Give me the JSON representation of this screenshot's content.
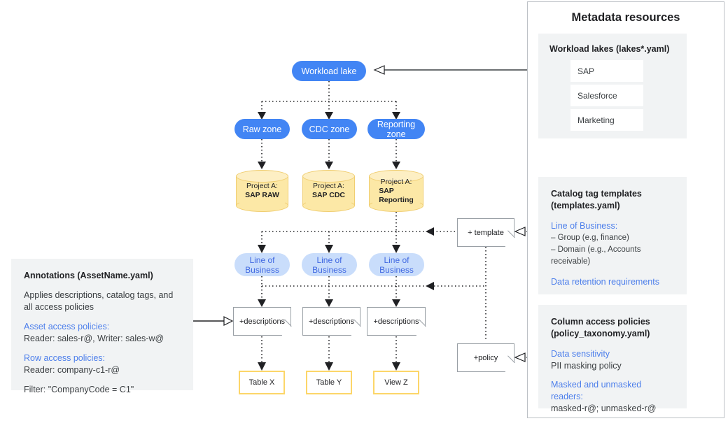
{
  "diagram": {
    "source_node": {
      "label": "Workload lake"
    },
    "zones": [
      {
        "label": "Raw zone"
      },
      {
        "label": "CDC zone"
      },
      {
        "label": "Reporting\nzone"
      }
    ],
    "projects": [
      {
        "line1": "Project A:",
        "line2": "SAP RAW"
      },
      {
        "line1": "Project A:",
        "line2": "SAP CDC"
      },
      {
        "line1": "Project A:",
        "line2": "SAP\nReporting"
      }
    ],
    "lob_nodes": [
      {
        "label": "Line of\nBusiness"
      },
      {
        "label": "Line of\nBusiness"
      },
      {
        "label": "Line of\nBusiness"
      }
    ],
    "description_nodes": [
      {
        "label": "+descriptions"
      },
      {
        "label": "+descriptions"
      },
      {
        "label": "+descriptions"
      }
    ],
    "outputs": [
      {
        "label": "Table X"
      },
      {
        "label": "Table Y"
      },
      {
        "label": "View Z"
      }
    ],
    "template_node": {
      "label": "+ template"
    },
    "policy_node": {
      "label": "+policy"
    }
  },
  "annotations_panel": {
    "title": "Annotations (AssetName.yaml)",
    "description": "Applies descriptions, catalog tags, and all access policies",
    "asset_access_heading": "Asset access policies:",
    "asset_access_value": "Reader: sales-r@, Writer: sales-w@",
    "row_access_heading": "Row access policies:",
    "row_access_value": "Reader: company-c1-r@",
    "filter_value": "Filter: \"CompanyCode = C1\""
  },
  "metadata_panel": {
    "title": "Metadata resources",
    "workload_lakes": {
      "heading": "Workload lakes (lakes*.yaml)",
      "items": [
        "SAP",
        "Salesforce",
        "Marketing"
      ]
    },
    "catalog_templates": {
      "heading_line1": "Catalog tag templates",
      "heading_line2": "(templates.yaml)",
      "lob_heading": "Line of Business:",
      "bullets": [
        "– Group (e.g, finance)",
        "– Domain (e.g., Accounts receivable)"
      ],
      "retention_heading": "Data retention requirements"
    },
    "column_access": {
      "heading_line1": "Column access policies",
      "heading_line2": "(policy_taxonomy.yaml)",
      "sensitivity_heading": "Data sensitivity",
      "sensitivity_value": "PII masking policy",
      "readers_heading": "Masked and unmasked readers:",
      "readers_value": "masked-r@; unmasked-r@"
    }
  },
  "colors": {
    "blue_node": "#4285F4",
    "light_blue_node": "#C9DDFB",
    "lob_text": "#4169E1",
    "cylinder_fill": "#FCE8A6",
    "cylinder_stroke": "#F0CE72",
    "table_border": "#FCD669",
    "panel_bg": "#F1F3F4",
    "link_blue": "#4D7FEB",
    "edge_gray": "#3C4043"
  }
}
